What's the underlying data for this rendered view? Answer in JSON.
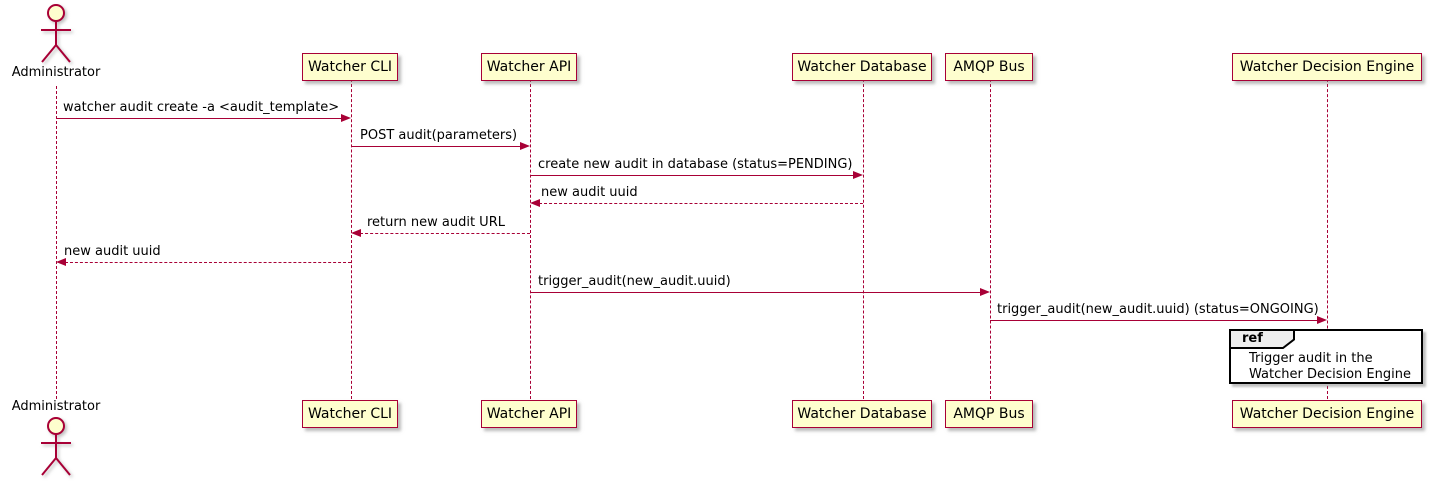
{
  "diagram_type": "sequence-diagram",
  "colors": {
    "participant_fill": "#FEFECE",
    "participant_border": "#A80036",
    "line_color": "#A80036",
    "text_color": "#000000",
    "ref_tab_fill": "#EEEEEE",
    "ref_border": "#000000",
    "background": "#FFFFFF"
  },
  "participants": [
    {
      "label": "Administrator",
      "type": "actor"
    },
    {
      "label": "Watcher CLI",
      "type": "box"
    },
    {
      "label": "Watcher API",
      "type": "box"
    },
    {
      "label": "Watcher Database",
      "type": "box"
    },
    {
      "label": "AMQP Bus",
      "type": "box"
    },
    {
      "label": "Watcher Decision Engine",
      "type": "box"
    }
  ],
  "messages": [
    {
      "label": "watcher audit create -a <audit_template>",
      "from": "Administrator",
      "to": "Watcher CLI",
      "style": "solid"
    },
    {
      "label": "POST audit(parameters)",
      "from": "Watcher CLI",
      "to": "Watcher API",
      "style": "solid"
    },
    {
      "label": "create new audit in database (status=PENDING)",
      "from": "Watcher API",
      "to": "Watcher Database",
      "style": "solid"
    },
    {
      "label": "new audit uuid",
      "from": "Watcher Database",
      "to": "Watcher API",
      "style": "dashed"
    },
    {
      "label": "return new audit URL",
      "from": "Watcher API",
      "to": "Watcher CLI",
      "style": "dashed"
    },
    {
      "label": "new audit uuid",
      "from": "Watcher CLI",
      "to": "Administrator",
      "style": "dashed"
    },
    {
      "label": "trigger_audit(new_audit.uuid)",
      "from": "Watcher API",
      "to": "AMQP Bus",
      "style": "solid"
    },
    {
      "label": "trigger_audit(new_audit.uuid) (status=ONGOING)",
      "from": "AMQP Bus",
      "to": "Watcher Decision Engine",
      "style": "solid"
    }
  ],
  "ref_fragment": {
    "keyword": "ref",
    "over": "Watcher Decision Engine",
    "line1": "Trigger audit in the",
    "line2": "Watcher Decision Engine"
  }
}
